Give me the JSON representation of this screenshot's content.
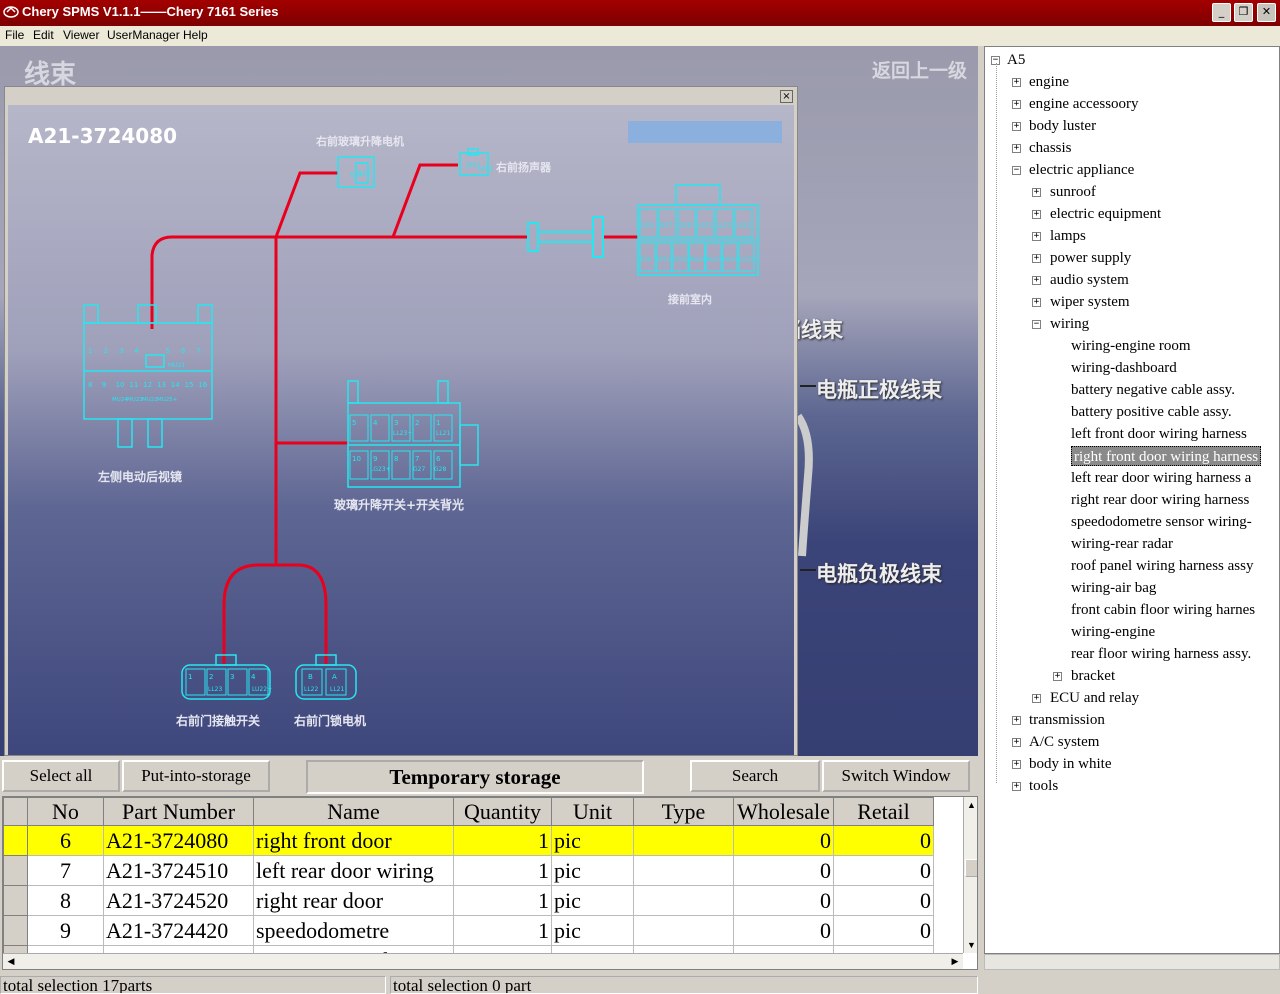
{
  "window": {
    "title": "Chery SPMS V1.1.1——Chery 7161 Series",
    "btn_min": "_",
    "btn_max": "❐",
    "btn_close": "✕"
  },
  "menu": {
    "file": "File",
    "edit": "Edit",
    "viewer": "Viewer",
    "user": "UserManager",
    "help": "Help"
  },
  "stage": {
    "heading": "线束",
    "back": "返回上一级",
    "label_partial": "档线束",
    "label_positive": "电瓶正极线束",
    "label_negative": "电瓶负极线束"
  },
  "popup": {
    "close": "×"
  },
  "diagram": {
    "part_no": "A21-3724080",
    "label_window_motor": "右前玻璃升降电机",
    "label_speaker": "右前扬声器",
    "label_interior": "接前室内",
    "label_mirror": "左侧电动后视镜",
    "label_switch": "玻璃升降开关+开关背光",
    "label_contact": "右前门接触开关",
    "label_lock": "右前门锁电机",
    "pin_g25": "G25",
    "pin_g24": "G24",
    "pin_sp21": "SP21",
    "pin_sp22": "SP22",
    "conn_top_row": [
      "G25",
      "G27",
      "G28",
      "LL21",
      "LL23",
      "LL22"
    ],
    "conn_bot_row": [
      "G24",
      "SP21",
      "SP22",
      "MU21",
      "MU22",
      "MU24",
      "LG22+"
    ],
    "mirror_top": [
      "1",
      "2",
      "3",
      "4",
      "",
      "5",
      "6",
      "7"
    ],
    "mirror_bot": [
      "8",
      "9",
      "10",
      "11",
      "12",
      "13",
      "14",
      "15",
      "16"
    ],
    "mirror_code_a": "MU21",
    "mirror_codes_b": [
      "MU24",
      "MU23",
      "MU22",
      "MU25+"
    ],
    "switch_top": [
      "5",
      "4",
      "3",
      "2",
      "1"
    ],
    "switch_codes_top": [
      "LL23+",
      "LL21"
    ],
    "switch_bot": [
      "10",
      "9",
      "8",
      "7",
      "6"
    ],
    "switch_codes_bot": [
      "LG23+",
      "G27",
      "G28"
    ],
    "contact_pins": [
      "1",
      "2",
      "3",
      "4"
    ],
    "contact_codes": [
      "LL23",
      "LU22+"
    ],
    "lock_pins": [
      "B",
      "A"
    ],
    "lock_codes": [
      "LL22",
      "LL21"
    ]
  },
  "tree": {
    "root": "A5",
    "items": [
      "engine",
      "engine accessoory",
      "body luster",
      "chassis",
      "electric appliance",
      "sunroof",
      "electric equipment",
      "lamps",
      "power supply",
      "audio system",
      "wiper system",
      "wiring",
      "wiring-engine room",
      "wiring-dashboard",
      "battery negative cable assy.",
      "battery positive cable assy.",
      "left front door wiring harness",
      "right front door wiring harness",
      "left rear door wiring harness a",
      "right rear door wiring harness",
      "speedodometre sensor wiring-",
      "wiring-rear radar",
      "roof panel wiring harness assy",
      "wiring-air bag",
      "front cabin floor wiring harnes",
      "wiring-engine",
      "rear floor wiring harness assy.",
      "bracket",
      "ECU and relay",
      "transmission",
      "A/C system",
      "body in white",
      "tools"
    ],
    "plus": "+",
    "minus": "−"
  },
  "toolbar": {
    "select_all": "Select all",
    "put_into_storage": "Put-into-storage",
    "temp_storage": "Temporary storage",
    "search": "Search",
    "switch_window": "Switch Window"
  },
  "grid": {
    "columns": [
      "No",
      "Part Number",
      "Name",
      "Quantity",
      "Unit",
      "Type",
      "Wholesale",
      "Retail"
    ],
    "rows": [
      [
        "6",
        "A21-3724080",
        "right front door",
        "1",
        "pic",
        "",
        "0",
        "0"
      ],
      [
        "7",
        "A21-3724510",
        "left rear door wiring",
        "1",
        "pic",
        "",
        "0",
        "0"
      ],
      [
        "8",
        "A21-3724520",
        "right rear door",
        "1",
        "pic",
        "",
        "0",
        "0"
      ],
      [
        "9",
        "A21-3724420",
        "speedodometre",
        "1",
        "pic",
        "",
        "0",
        "0"
      ],
      [
        "10",
        "A21-3724320",
        "wiring-rear radar",
        "1",
        "pic",
        "",
        "0",
        "0"
      ]
    ],
    "scroll_up": "▲",
    "scroll_down": "▼",
    "scroll_left": "◀",
    "scroll_right": "▶"
  },
  "status": {
    "left": "total selection 17parts",
    "right": "total selection 0 part"
  },
  "colors": {
    "wire": "#e8001c",
    "connector": "#27e6f0",
    "highlight": "#ffff00",
    "titlebar": "#8e0000"
  }
}
